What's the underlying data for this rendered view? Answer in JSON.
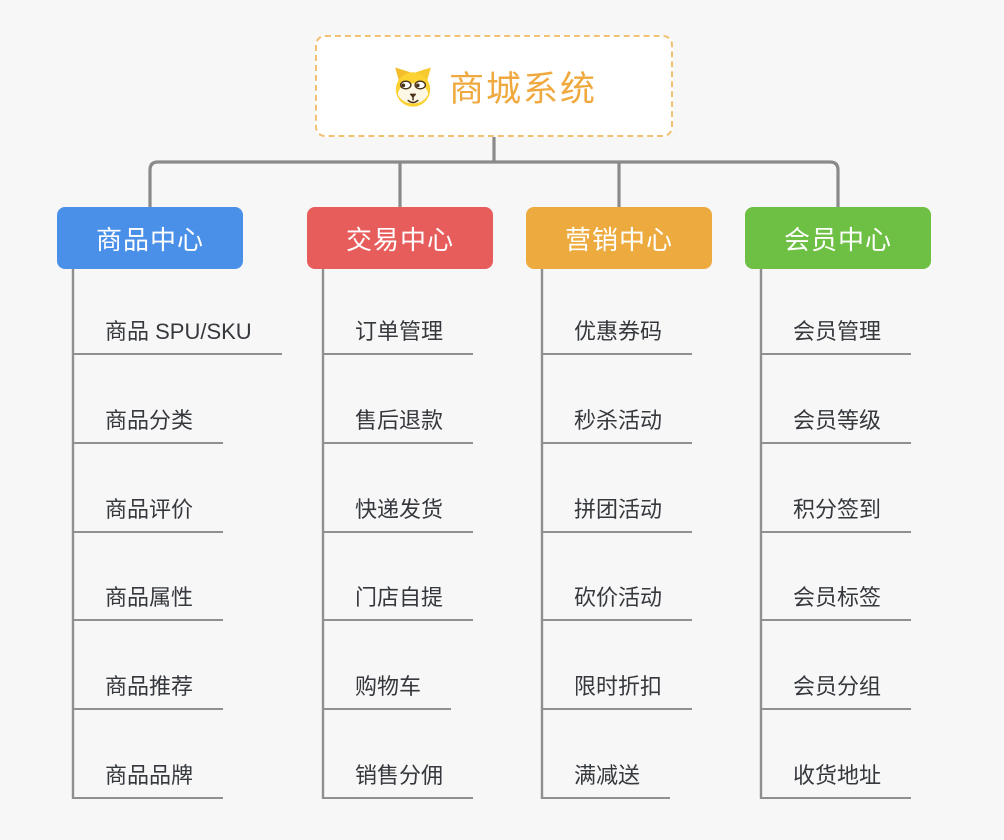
{
  "app": {
    "background_color": "#f7f7f7",
    "connector_color": "#8a8a8a",
    "underline_color": "#909090"
  },
  "root": {
    "title": "商城系统",
    "icon": "dog-face-icon",
    "text_color": "#efa93e",
    "border_color": "#f2c173",
    "fill_color": "#ffffff"
  },
  "branches": [
    {
      "label": "商品中心",
      "color": "#4b90e8",
      "children": [
        "商品 SPU/SKU",
        "商品分类",
        "商品评价",
        "商品属性",
        "商品推荐",
        "商品品牌"
      ]
    },
    {
      "label": "交易中心",
      "color": "#e75d5b",
      "children": [
        "订单管理",
        "售后退款",
        "快递发货",
        "门店自提",
        "购物车",
        "销售分佣"
      ]
    },
    {
      "label": "营销中心",
      "color": "#edab3f",
      "children": [
        "优惠券码",
        "秒杀活动",
        "拼团活动",
        "砍价活动",
        "限时折扣",
        "满减送"
      ]
    },
    {
      "label": "会员中心",
      "color": "#6dc043",
      "children": [
        "会员管理",
        "会员等级",
        "积分签到",
        "会员标签",
        "会员分组",
        "收货地址"
      ]
    }
  ]
}
